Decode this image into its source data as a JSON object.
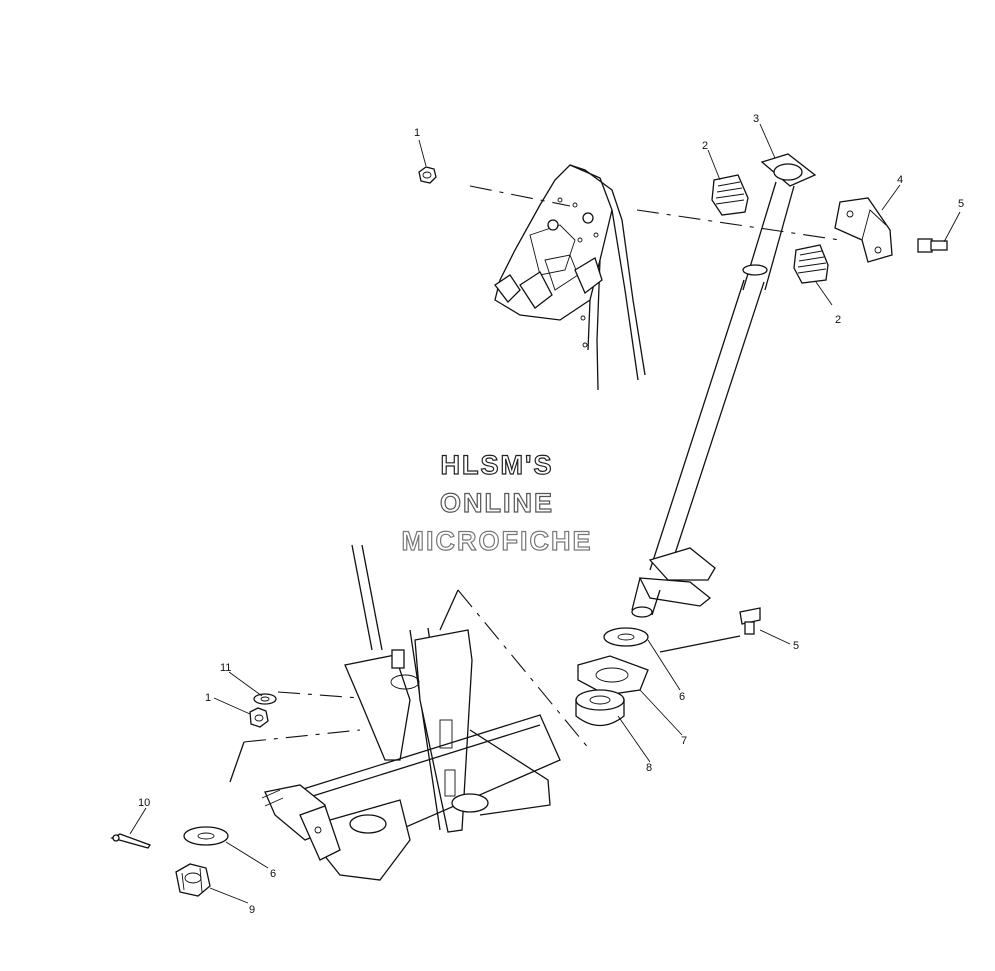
{
  "watermark": {
    "line1": "HLSM'S",
    "line2": "ONLINE",
    "line3": "MICROFICHE",
    "colors": {
      "line1": "#222222",
      "line2": "#555555",
      "line3": "#777777"
    }
  },
  "callouts": [
    {
      "id": "c1a",
      "text": "1"
    },
    {
      "id": "c2a",
      "text": "2"
    },
    {
      "id": "c3",
      "text": "3"
    },
    {
      "id": "c4",
      "text": "4"
    },
    {
      "id": "c5a",
      "text": "5"
    },
    {
      "id": "c2b",
      "text": "2"
    },
    {
      "id": "c5b",
      "text": "5"
    },
    {
      "id": "c6a",
      "text": "6"
    },
    {
      "id": "c7",
      "text": "7"
    },
    {
      "id": "c8",
      "text": "8"
    },
    {
      "id": "c11",
      "text": "11"
    },
    {
      "id": "c1b",
      "text": "1"
    },
    {
      "id": "c10",
      "text": "10"
    },
    {
      "id": "c6b",
      "text": "6"
    },
    {
      "id": "c9",
      "text": "9"
    }
  ]
}
